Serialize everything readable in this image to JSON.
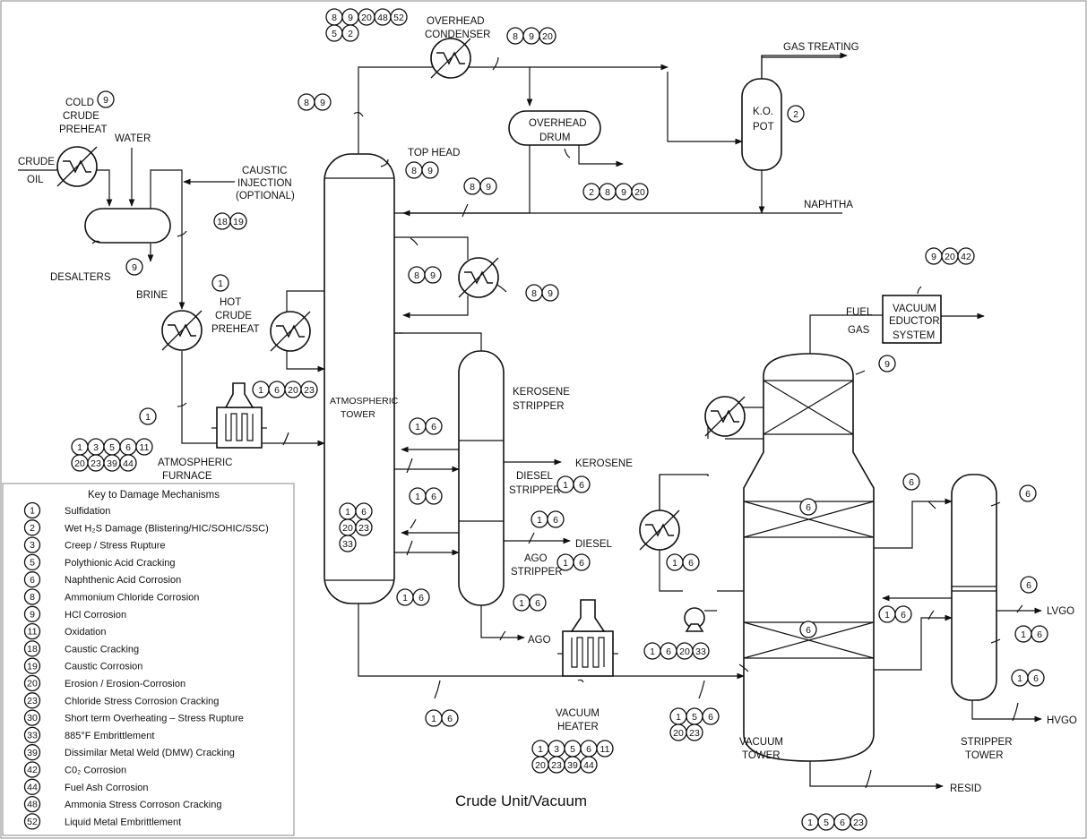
{
  "title": "Crude Unit/Vacuum",
  "labels": {
    "overhead_condenser_1": "OVERHEAD",
    "overhead_condenser_2": "CONDENSER",
    "gas_treating": "GAS TREATING",
    "ko_pot_1": "K.O.",
    "ko_pot_2": "POT",
    "overhead_drum_1": "OVERHEAD",
    "overhead_drum_2": "DRUM",
    "cold_crude_preheat_1": "COLD",
    "cold_crude_preheat_2": "CRUDE",
    "cold_crude_preheat_3": "PREHEAT",
    "water": "WATER",
    "crude_oil_1": "CRUDE",
    "crude_oil_2": "OIL",
    "caustic_injection_1": "CAUSTIC",
    "caustic_injection_2": "INJECTION",
    "caustic_injection_3": "(OPTIONAL)",
    "top_head": "TOP HEAD",
    "naphtha": "NAPHTHA",
    "desalters": "DESALTERS",
    "brine": "BRINE",
    "hot_crude_preheat_1": "HOT",
    "hot_crude_preheat_2": "CRUDE",
    "hot_crude_preheat_3": "PREHEAT",
    "atmospheric_tower_1": "ATMOSPHERIC",
    "atmospheric_tower_2": "TOWER",
    "kerosene_stripper_1": "KEROSENE",
    "kerosene_stripper_2": "STRIPPER",
    "kerosene": "KEROSENE",
    "diesel_stripper_1": "DIESEL",
    "diesel_stripper_2": "STRIPPER",
    "diesel": "DIESEL",
    "ago_stripper_1": "AGO",
    "ago_stripper_2": "STRIPPER",
    "ago": "AGO",
    "atmospheric_furnace_1": "ATMOSPHERIC",
    "atmospheric_furnace_2": "FURNACE",
    "fuel_gas_1": "FUEL",
    "fuel_gas_2": "GAS",
    "vacuum_eductor_1": "VACUUM",
    "vacuum_eductor_2": "EDUCTOR",
    "vacuum_eductor_3": "SYSTEM",
    "vacuum_heater_1": "VACUUM",
    "vacuum_heater_2": "HEATER",
    "vacuum_tower_1": "VACUUM",
    "vacuum_tower_2": "TOWER",
    "stripper_tower_1": "STRIPPER",
    "stripper_tower_2": "TOWER",
    "lvgo": "LVGO",
    "hvgo": "HVGO",
    "resid": "RESID"
  },
  "callouts": [
    {
      "id": "c1",
      "rows": [
        [
          "8",
          "9",
          "20",
          "48",
          "52"
        ],
        [
          "5",
          "2"
        ]
      ]
    },
    {
      "id": "c2",
      "rows": [
        [
          "8",
          "9",
          "20"
        ]
      ]
    },
    {
      "id": "c3",
      "rows": [
        [
          "2"
        ]
      ]
    },
    {
      "id": "c4",
      "rows": [
        [
          "9"
        ]
      ]
    },
    {
      "id": "c5",
      "rows": [
        [
          "8",
          "9"
        ]
      ]
    },
    {
      "id": "c6",
      "rows": [
        [
          "8",
          "9"
        ]
      ]
    },
    {
      "id": "c7",
      "rows": [
        [
          "8",
          "9"
        ]
      ]
    },
    {
      "id": "c8",
      "rows": [
        [
          "2",
          "8",
          "9",
          "20"
        ]
      ]
    },
    {
      "id": "c9",
      "rows": [
        [
          "18",
          "19"
        ]
      ]
    },
    {
      "id": "c10",
      "rows": [
        [
          "9"
        ]
      ]
    },
    {
      "id": "c11",
      "rows": [
        [
          "1"
        ]
      ]
    },
    {
      "id": "c12",
      "rows": [
        [
          "8",
          "9"
        ]
      ]
    },
    {
      "id": "c13",
      "rows": [
        [
          "8",
          "9"
        ]
      ]
    },
    {
      "id": "c14",
      "rows": [
        [
          "9",
          "20",
          "42"
        ]
      ]
    },
    {
      "id": "c15",
      "rows": [
        [
          "9"
        ]
      ]
    },
    {
      "id": "c16",
      "rows": [
        [
          "1",
          "6",
          "20",
          "23"
        ]
      ]
    },
    {
      "id": "c17",
      "rows": [
        [
          "1"
        ]
      ]
    },
    {
      "id": "c18",
      "rows": [
        [
          "1",
          "3",
          "5",
          "6",
          "11"
        ],
        [
          "20",
          "23",
          "39",
          "44"
        ]
      ]
    },
    {
      "id": "c19",
      "rows": [
        [
          "1",
          "6"
        ]
      ]
    },
    {
      "id": "c20",
      "rows": [
        [
          "1",
          "6"
        ]
      ]
    },
    {
      "id": "c21",
      "rows": [
        [
          "1",
          "6"
        ]
      ]
    },
    {
      "id": "c22",
      "rows": [
        [
          "1",
          "6"
        ]
      ]
    },
    {
      "id": "c23",
      "rows": [
        [
          "1",
          "6"
        ]
      ]
    },
    {
      "id": "c24",
      "rows": [
        [
          "1",
          "6"
        ],
        [
          "20",
          "23"
        ],
        [
          "33"
        ]
      ]
    },
    {
      "id": "c25",
      "rows": [
        [
          "1",
          "6"
        ]
      ]
    },
    {
      "id": "c26",
      "rows": [
        [
          "1",
          "6"
        ]
      ]
    },
    {
      "id": "c27",
      "rows": [
        [
          "6"
        ]
      ]
    },
    {
      "id": "c28",
      "rows": [
        [
          "6"
        ]
      ]
    },
    {
      "id": "c29",
      "rows": [
        [
          "6"
        ]
      ]
    },
    {
      "id": "c30",
      "rows": [
        [
          "6"
        ]
      ]
    },
    {
      "id": "c31",
      "rows": [
        [
          "1",
          "6"
        ]
      ]
    },
    {
      "id": "c32",
      "rows": [
        [
          "6"
        ]
      ]
    },
    {
      "id": "c33",
      "rows": [
        [
          "1",
          "6"
        ]
      ]
    },
    {
      "id": "c34",
      "rows": [
        [
          "1",
          "6"
        ]
      ]
    },
    {
      "id": "c35",
      "rows": [
        [
          "6"
        ]
      ]
    },
    {
      "id": "c36",
      "rows": [
        [
          "1",
          "6",
          "20",
          "33"
        ]
      ]
    },
    {
      "id": "c37",
      "rows": [
        [
          "1",
          "6"
        ]
      ]
    },
    {
      "id": "c38",
      "rows": [
        [
          "1",
          "6"
        ]
      ]
    },
    {
      "id": "c39",
      "rows": [
        [
          "1",
          "5",
          "6"
        ],
        [
          "20",
          "23"
        ]
      ]
    },
    {
      "id": "c40",
      "rows": [
        [
          "1",
          "3",
          "5",
          "6",
          "11"
        ],
        [
          "20",
          "23",
          "39",
          "44"
        ]
      ]
    },
    {
      "id": "c41",
      "rows": [
        [
          "1",
          "5",
          "6",
          "23"
        ]
      ]
    }
  ],
  "key": {
    "title": "Key to Damage Mechanisms",
    "items": [
      {
        "num": "1",
        "text": "Sulfidation"
      },
      {
        "num": "2",
        "text": "Wet H₂S Damage (Blistering/HIC/SOHIC/SSC)"
      },
      {
        "num": "3",
        "text": "Creep / Stress Rupture"
      },
      {
        "num": "5",
        "text": "Polythionic Acid Cracking"
      },
      {
        "num": "6",
        "text": "Naphthenic Acid Corrosion"
      },
      {
        "num": "8",
        "text": "Ammonium Chloride Corrosion"
      },
      {
        "num": "9",
        "text": "HCl Corrosion"
      },
      {
        "num": "11",
        "text": "Oxidation"
      },
      {
        "num": "18",
        "text": "Caustic Cracking"
      },
      {
        "num": "19",
        "text": "Caustic Corrosion"
      },
      {
        "num": "20",
        "text": "Erosion / Erosion-Corrosion"
      },
      {
        "num": "23",
        "text": "Chloride Stress Corrosion Cracking"
      },
      {
        "num": "30",
        "text": "Short term Overheating – Stress Rupture"
      },
      {
        "num": "33",
        "text": "885°F Embrittlement"
      },
      {
        "num": "39",
        "text": "Dissimilar Metal Weld (DMW) Cracking"
      },
      {
        "num": "42",
        "text": "C0₂ Corrosion"
      },
      {
        "num": "44",
        "text": "Fuel Ash Corrosion"
      },
      {
        "num": "48",
        "text": "Ammonia Stress Corroson Cracking"
      },
      {
        "num": "52",
        "text": "Liquid Metal Embrittlement"
      }
    ]
  }
}
